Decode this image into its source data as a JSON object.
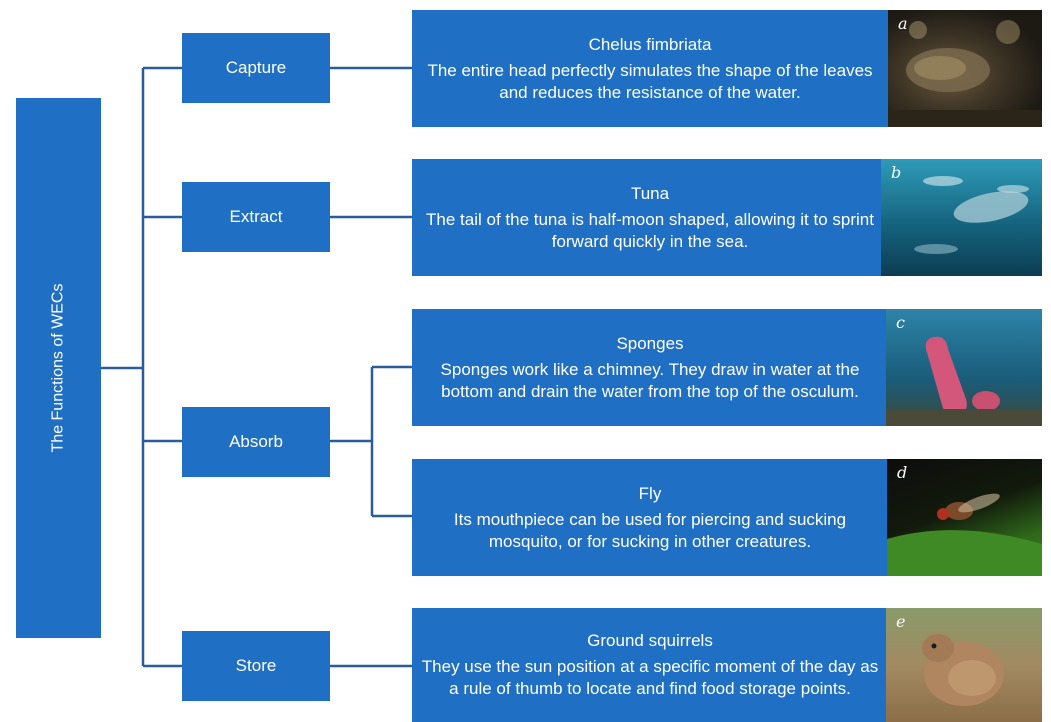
{
  "root_label": "The Functions of WECs",
  "functions": [
    {
      "label": "Capture"
    },
    {
      "label": "Extract"
    },
    {
      "label": "Absorb"
    },
    {
      "label": "Store"
    }
  ],
  "examples": [
    {
      "title": "Chelus fimbriata",
      "text": "The entire head  perfectly simulates the shape of the leaves and reduces the resistance of the water.",
      "photo_label": "a"
    },
    {
      "title": "Tuna",
      "text": "The tail of the tuna is half-moon shaped, allowing it to sprint forward quickly in the sea.",
      "photo_label": "b"
    },
    {
      "title": "Sponges",
      "text": "Sponges work like a chimney. They draw in water at the bottom and  drain the water from the top of the osculum.",
      "photo_label": "c"
    },
    {
      "title": "Fly",
      "text": "Its mouthpiece can be used for piercing and sucking mosquito, or for sucking in other creatures.",
      "photo_label": "d"
    },
    {
      "title": "Ground squirrels",
      "text": "They use the sun position at a specific moment of the day as a rule of thumb to locate and find food storage points.",
      "photo_label": "e"
    }
  ],
  "colors": {
    "box": "#1f6fc4",
    "connector": "#2a5b9a"
  }
}
